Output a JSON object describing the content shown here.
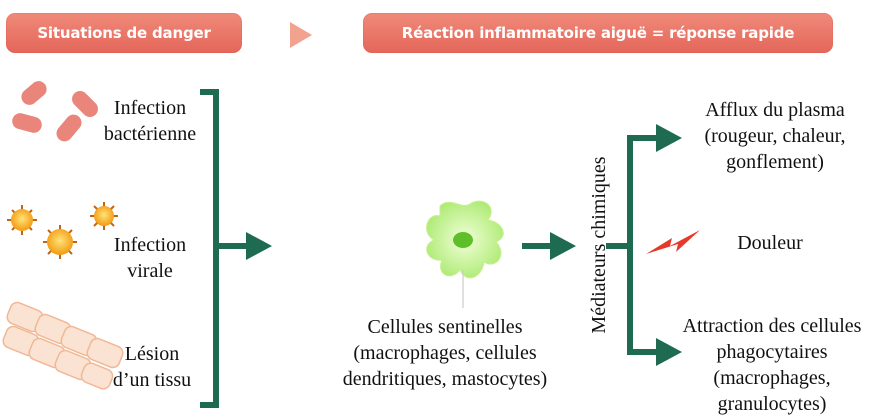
{
  "header": {
    "left_label": "Situations de danger",
    "right_label": "Réaction inflammatoire aiguë = réponse rapide",
    "colors": {
      "pill": "#e4665a",
      "arrow": "#f2a390"
    }
  },
  "situations": [
    {
      "label": "Infection\nbactérienne",
      "icon": "bacteria-icon"
    },
    {
      "label": "Infection\nvirale",
      "icon": "virus-icon"
    },
    {
      "label": "Lésion\nd’un tissu",
      "icon": "tissue-icon"
    }
  ],
  "sentinel": {
    "label": "Cellules sentinelles\n(macrophages, cellules\ndendritiques, mastocytes)",
    "icon": "sentinel-cell-icon"
  },
  "mediators": {
    "label": "Médiateurs chimiques"
  },
  "effects": [
    {
      "label": "Afflux du plasma\n(rougeur, chaleur,\ngonflement)"
    },
    {
      "label": "Douleur",
      "icon": "pain-lightning-icon"
    },
    {
      "label": "Attraction des cellules\nphagocytaires\n(macrophages,\ngranulocytes)"
    }
  ],
  "colors": {
    "connector": "#1f6b52",
    "tissue": "#f6c9ae",
    "virus": "#f5a81c",
    "bacteria": "#e9857a",
    "cell": "#a8e86a"
  }
}
